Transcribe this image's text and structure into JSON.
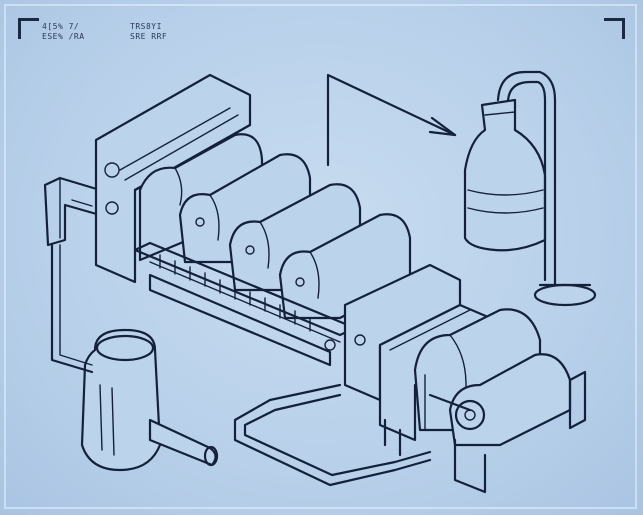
{
  "hud": {
    "line1_left": "4[5% 7/",
    "line2_left": "ESE% /RA",
    "line1_right": "TRS8YI",
    "line2_right": "SRE RRF"
  },
  "colors": {
    "background": "#b8d0ea",
    "ink": "#14213a",
    "frame": "#e6f2ff"
  },
  "icons": [
    "corner-bracket-top-left",
    "corner-bracket-top-right"
  ]
}
